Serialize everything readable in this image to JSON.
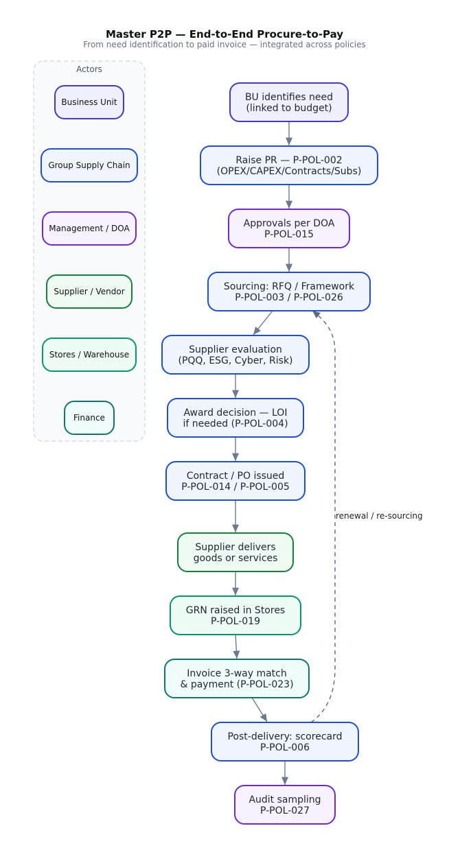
{
  "title": "Master P2P — End-to-End Procure-to-Pay",
  "subtitle": "From need identification to paid invoice — integrated across policies",
  "actors_panel": {
    "label": "Actors",
    "items": [
      {
        "label": "Business Unit",
        "stroke": "#4338ca",
        "fill": "#eef0fd"
      },
      {
        "label": "Group Supply Chain",
        "stroke": "#1d4ed8",
        "fill": "#eff4fd"
      },
      {
        "label": "Management / DOA",
        "stroke": "#6d28d9",
        "fill": "#f8f2fe"
      },
      {
        "label": "Supplier / Vendor",
        "stroke": "#15803d",
        "fill": "#effbf2"
      },
      {
        "label": "Stores / Warehouse",
        "stroke": "#059669",
        "fill": "#edfcf5"
      },
      {
        "label": "Finance",
        "stroke": "#0f766e",
        "fill": "#effcfa"
      }
    ]
  },
  "nodes": [
    {
      "id": "need",
      "actor": 0,
      "lines": [
        "BU identifies need",
        "(linked to budget)"
      ]
    },
    {
      "id": "pr",
      "actor": 1,
      "lines": [
        "Raise PR — P-POL-002",
        "(OPEX/CAPEX/Contracts/Subs)"
      ]
    },
    {
      "id": "approvals",
      "actor": 2,
      "lines": [
        "Approvals per DOA",
        "P-POL-015"
      ]
    },
    {
      "id": "sourcing",
      "actor": 1,
      "lines": [
        "Sourcing: RFQ / Framework",
        "P-POL-003 / P-POL-026"
      ]
    },
    {
      "id": "evaluation",
      "actor": 1,
      "lines": [
        "Supplier evaluation",
        "(PQQ, ESG, Cyber, Risk)"
      ]
    },
    {
      "id": "award",
      "actor": 1,
      "lines": [
        "Award decision — LOI",
        "if needed (P-POL-004)"
      ]
    },
    {
      "id": "contract",
      "actor": 1,
      "lines": [
        "Contract / PO issued",
        "P-POL-014 / P-POL-005"
      ]
    },
    {
      "id": "delivery",
      "actor": 3,
      "lines": [
        "Supplier delivers",
        "goods or services"
      ]
    },
    {
      "id": "grn",
      "actor": 4,
      "lines": [
        "GRN raised in Stores",
        "P-POL-019"
      ]
    },
    {
      "id": "invoice",
      "actor": 5,
      "lines": [
        "Invoice 3-way match",
        "& payment (P-POL-023)"
      ]
    },
    {
      "id": "scorecard",
      "actor": 1,
      "lines": [
        "Post-delivery: scorecard",
        "P-POL-006"
      ]
    },
    {
      "id": "audit",
      "actor": 2,
      "lines": [
        "Audit sampling",
        "P-POL-027"
      ]
    }
  ],
  "edges": [
    {
      "from": "need",
      "to": "pr"
    },
    {
      "from": "pr",
      "to": "approvals"
    },
    {
      "from": "approvals",
      "to": "sourcing"
    },
    {
      "from": "sourcing",
      "to": "evaluation"
    },
    {
      "from": "evaluation",
      "to": "award"
    },
    {
      "from": "award",
      "to": "contract"
    },
    {
      "from": "contract",
      "to": "delivery"
    },
    {
      "from": "delivery",
      "to": "grn"
    },
    {
      "from": "grn",
      "to": "invoice"
    },
    {
      "from": "invoice",
      "to": "scorecard"
    },
    {
      "from": "scorecard",
      "to": "audit"
    }
  ],
  "feedback_edge": {
    "from": "scorecard",
    "to": "sourcing",
    "label": "renewal / re-sourcing"
  },
  "colors": {
    "edge": "#6b7a90",
    "feedback": "#5e6a82",
    "lane_border": "#cbd5e1",
    "lane_fill": "#f8fafc"
  }
}
